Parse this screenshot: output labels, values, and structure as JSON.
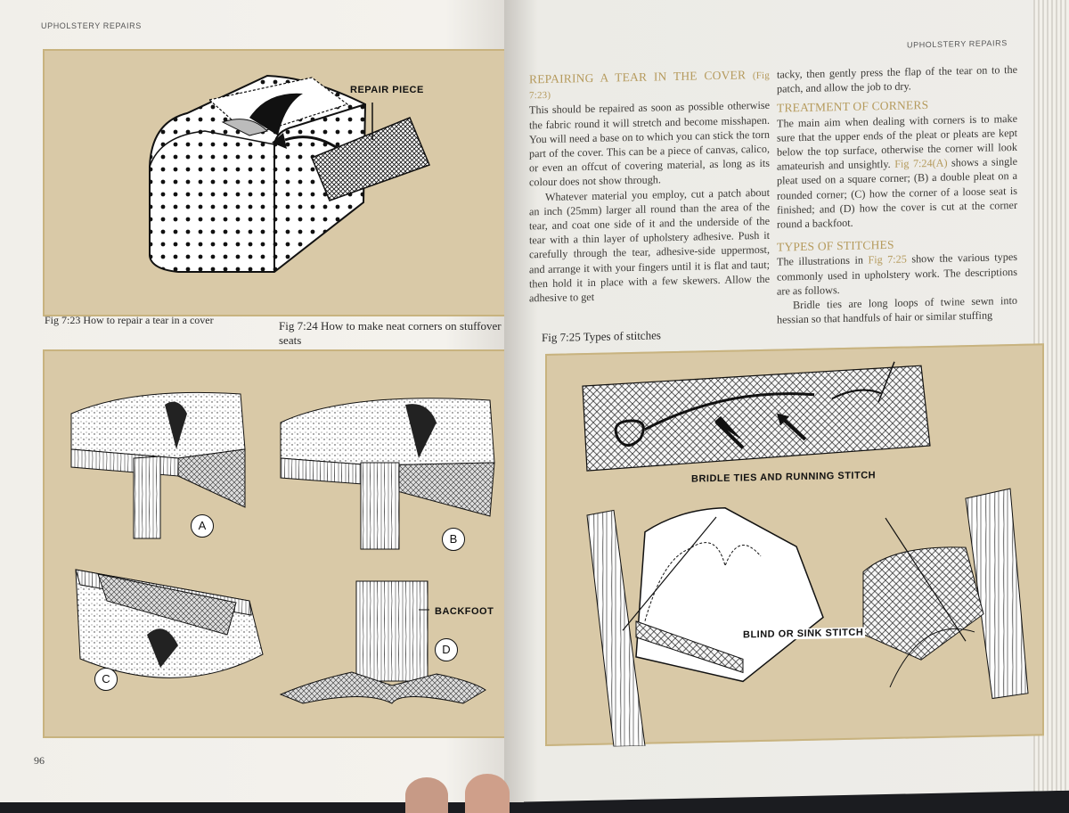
{
  "left_page": {
    "running_head": "UPHOLSTERY REPAIRS",
    "page_number": "96",
    "fig_7_23": {
      "label_repair_piece": "REPAIR PIECE",
      "caption": "Fig 7:23 How to repair a tear in a cover"
    },
    "fig_7_24": {
      "caption": "Fig 7:24 How to make neat corners on stuffover seats",
      "label_a": "A",
      "label_b": "B",
      "label_c": "C",
      "label_d": "D",
      "label_backfoot": "BACKFOOT"
    }
  },
  "right_page": {
    "running_head": "UPHOLSTERY REPAIRS",
    "section_tear": {
      "heading": "REPAIRING A TEAR IN THE COVER",
      "heading_ref": "(Fig 7:23)",
      "para1": "This should be repaired as soon as possible otherwise the fabric round it will stretch and become misshapen. You will need a base on to which you can stick the torn part of the cover. This can be a piece of canvas, calico, or even an offcut of covering material, as long as its colour does not show through.",
      "para2": "Whatever material you employ, cut a patch about an inch (25mm) larger all round than the area of the tear, and coat one side of it and the underside of the tear with a thin layer of upholstery adhesive. Push it carefully through the tear, adhesive-side uppermost, and arrange it with your fingers until it is flat and taut; then hold it in place with a few skewers. Allow the adhesive to get",
      "para2_cont": "tacky, then gently press the flap of the tear on to the patch, and allow the job to dry."
    },
    "section_corners": {
      "heading": "TREATMENT OF CORNERS",
      "para1_a": "The main aim when dealing with corners is to make sure that the upper ends of the pleat or pleats are kept below the top surface, otherwise the corner will look amateurish and unsightly.",
      "para1_ref": "Fig 7:24(A)",
      "para1_b": "shows a single pleat used on a square corner; (B) a double pleat on a rounded corner; (C) how the corner of a loose seat is finished; and (D) how the cover is cut at the corner round a backfoot."
    },
    "section_stitches": {
      "heading": "TYPES OF STITCHES",
      "para1_a": "The illustrations in",
      "para1_ref": "Fig 7:25",
      "para1_b": "show the various types commonly used in upholstery work. The descriptions are as follows.",
      "para2": "Bridle ties are long loops of twine sewn into hessian so that handfuls of hair or similar stuffing"
    },
    "fig_7_25": {
      "caption": "Fig 7:25 Types of stitches",
      "label_bridle": "BRIDLE TIES AND RUNNING STITCH",
      "label_blind": "BLIND OR SINK STITCH"
    }
  }
}
